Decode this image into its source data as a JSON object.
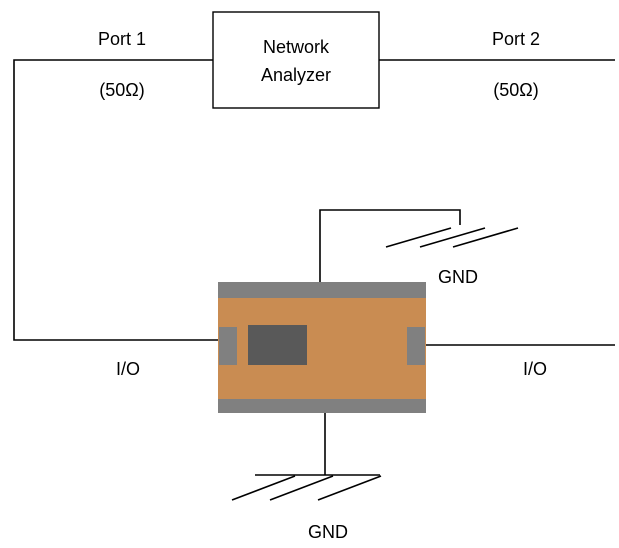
{
  "analyzer": {
    "line1": "Network",
    "line2": "Analyzer"
  },
  "port1": {
    "label": "Port 1",
    "impedance": "(50Ω)"
  },
  "port2": {
    "label": "Port 2",
    "impedance": "(50Ω)"
  },
  "io_left": "I/O",
  "io_right": "I/O",
  "gnd_top": "GND",
  "gnd_bottom": "GND",
  "colors": {
    "component_body": "#c98c52",
    "terminal": "#808080",
    "chip": "#595959",
    "line": "#000000"
  },
  "icons": {
    "ground_top": "ground-symbol-icon",
    "ground_bottom": "ground-symbol-icon"
  }
}
